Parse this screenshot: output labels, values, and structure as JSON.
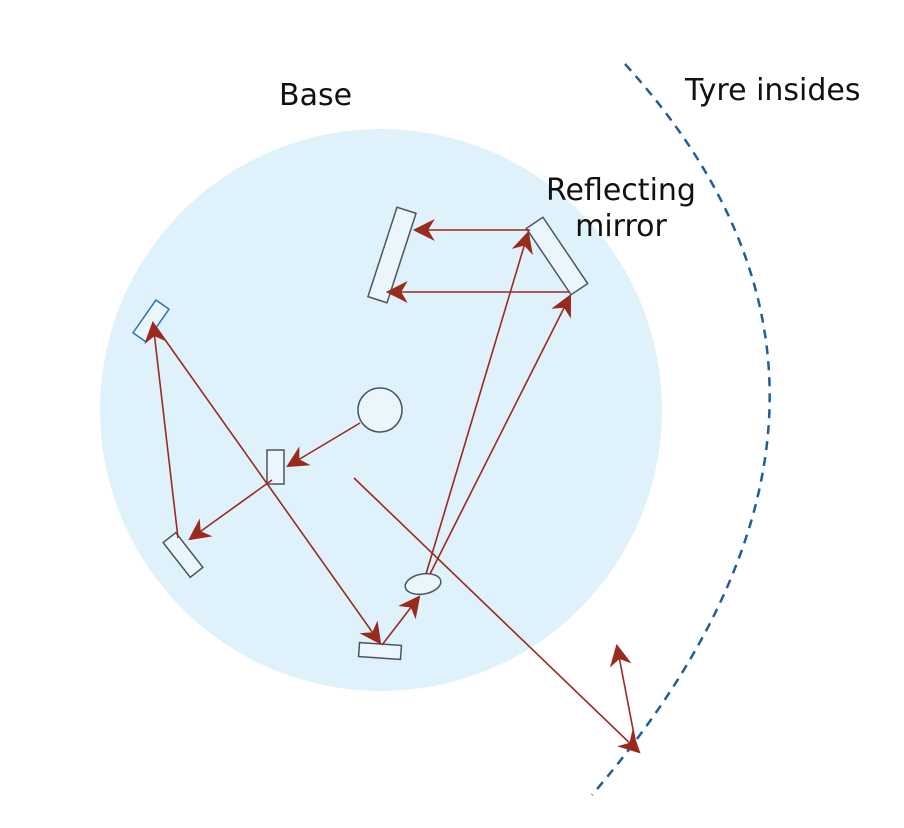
{
  "labels": {
    "base": "Base",
    "tyre": "Tyre insides",
    "mirror_line1": "Reflecting",
    "mirror_line2": "mirror"
  },
  "colors": {
    "base_fill": "#dff1fb",
    "beam": "#9b2a1e",
    "component_stroke": "#4a5560",
    "tyre_dash": "#1f5f96",
    "accent_component": "#2e73b5"
  }
}
